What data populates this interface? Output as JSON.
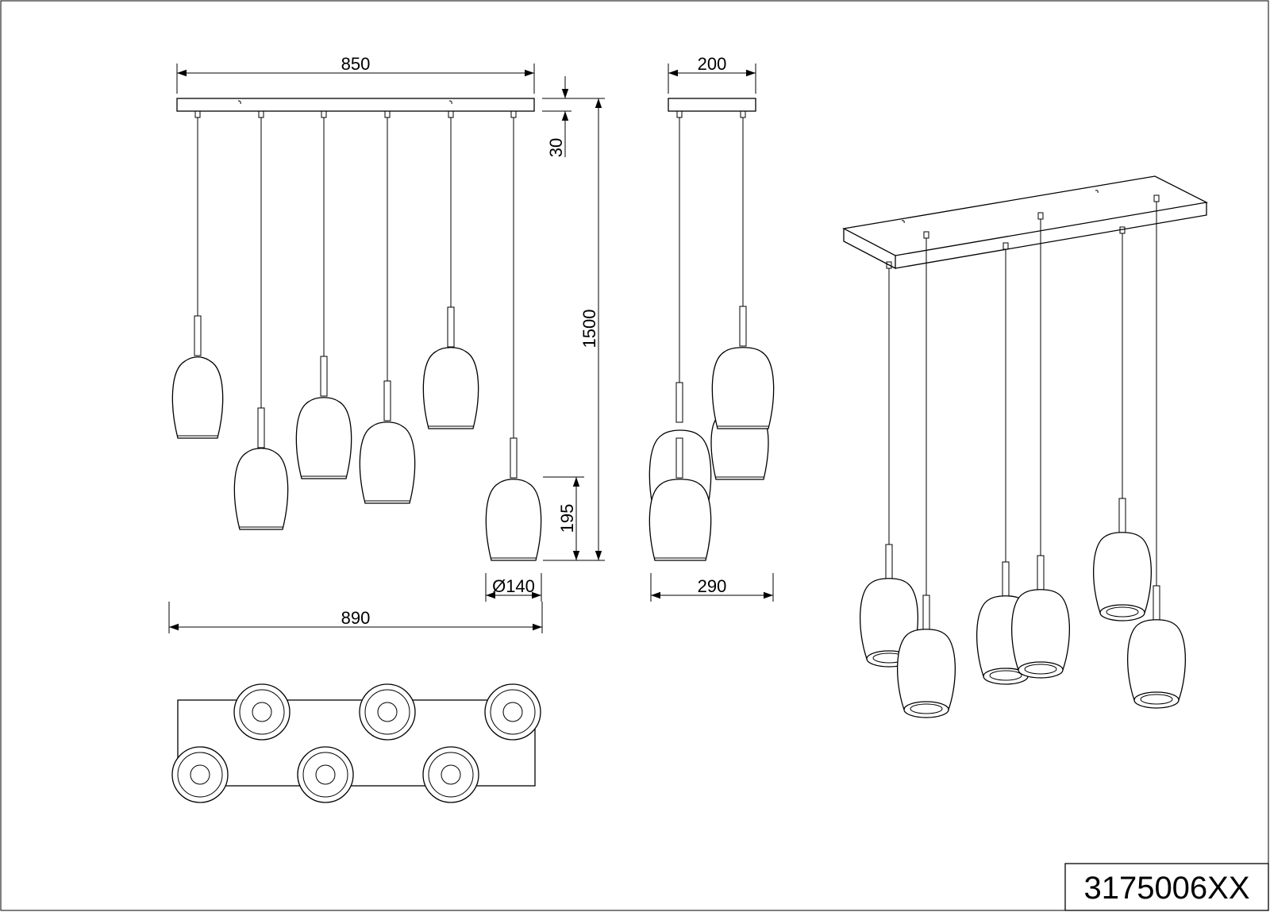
{
  "dimensions": {
    "canopy_length": "850",
    "canopy_width": "200",
    "canopy_height": "30",
    "total_height": "1500",
    "shade_height": "195",
    "shade_diameter": "Ø140",
    "total_width": "890",
    "total_depth": "290"
  },
  "model_number": "3175006XX"
}
